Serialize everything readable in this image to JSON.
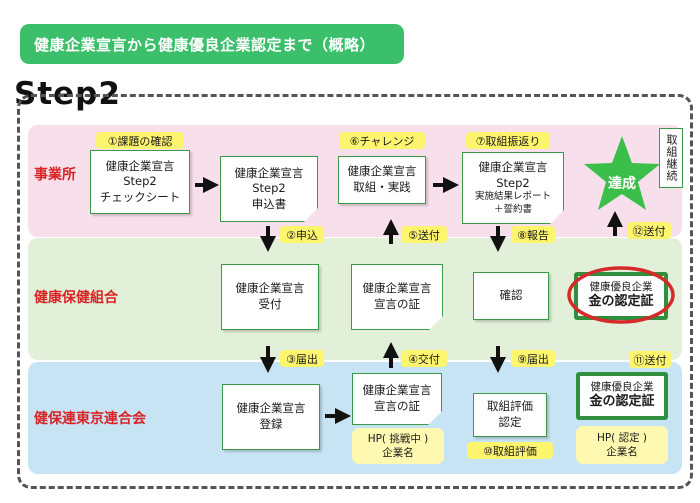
{
  "header": {
    "title": "健康企業宣言から健康優良企業認定まで（概略）",
    "step": "Step2"
  },
  "lanes": {
    "office": "事業所",
    "union": "健康保健組合",
    "alliance": "健保連東京連合会"
  },
  "tags": {
    "t1": "①課題の確認",
    "t2": "②申込",
    "t3": "③届出",
    "t4": "④交付",
    "t5": "⑤送付",
    "t6": "⑥チャレンジ",
    "t7": "⑦取組振返り",
    "t8": "⑧報告",
    "t9": "⑨届出",
    "t10": "⑩取組評価",
    "t11": "⑪送付",
    "t12": "⑫送付"
  },
  "boxes": {
    "checksheet": [
      "健康企業宣言",
      "Step2",
      "チェックシート"
    ],
    "application": [
      "健康企業宣言",
      "Step2",
      "申込書"
    ],
    "practice": [
      "健康企業宣言",
      "取組・実践"
    ],
    "report": [
      "健康企業宣言",
      "Step2"
    ],
    "report_small": [
      "実施結果レポート",
      "＋誓約書"
    ],
    "receipt": [
      "健康企業宣言",
      "受付"
    ],
    "proof_union": [
      "健康企業宣言",
      "宣言の証"
    ],
    "confirm": [
      "確認"
    ],
    "register": [
      "健康企業宣言",
      "登録"
    ],
    "proof_alliance": [
      "健康企業宣言",
      "宣言の証"
    ],
    "evaluation": [
      "取組評価",
      "認定"
    ]
  },
  "yellow": {
    "hp_challenge": [
      "HP( 挑戦中 )",
      "企業名"
    ],
    "hp_certified": [
      "HP( 認定 )",
      "企業名"
    ]
  },
  "achievement": "達成",
  "vertical_box": "取組継続",
  "certificates": {
    "union": [
      "健康優良企業",
      "金の認定証"
    ],
    "alliance": [
      "健康優良企業",
      "金の認定証"
    ]
  },
  "colors": {
    "green": "#3bbf6a",
    "office_band": "#f8dfec",
    "union_band": "#e2f0d9",
    "alliance_band": "#c7e4f5",
    "tag_yellow": "#fdf56e",
    "lane_label_red": "#d92426",
    "highlight_ring": "#d42a2a"
  }
}
